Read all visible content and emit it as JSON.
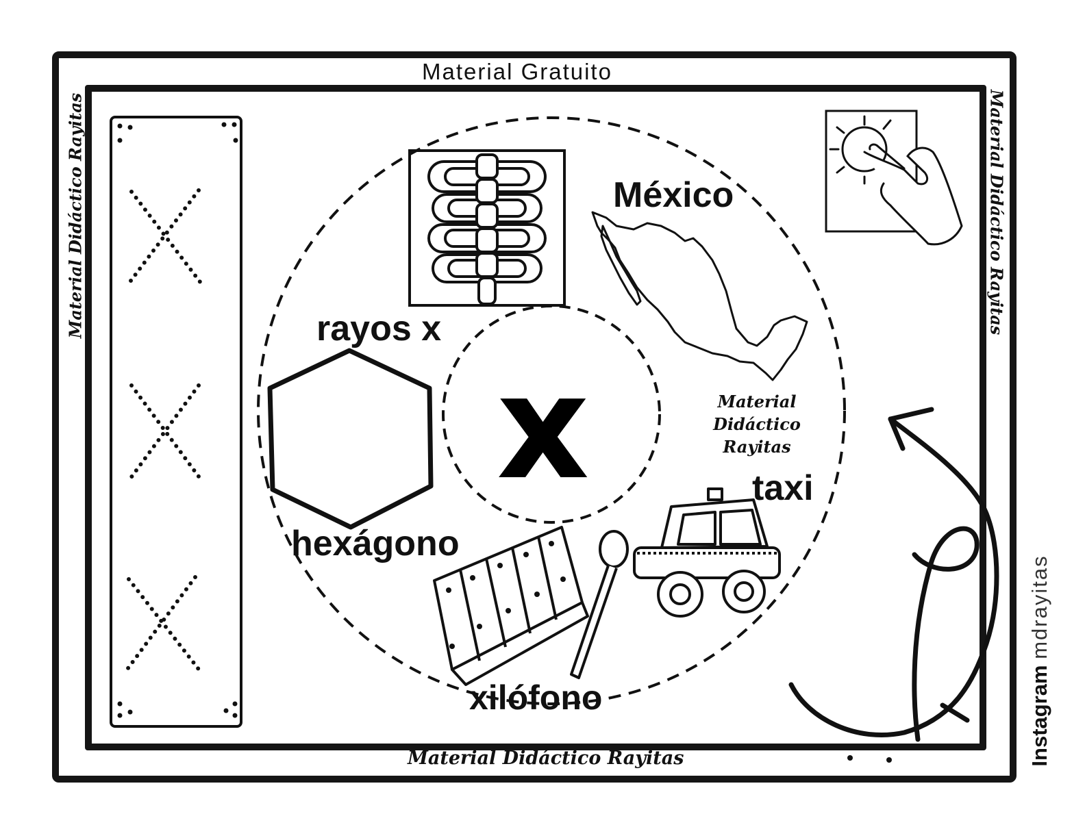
{
  "header": {
    "title": "Material Gratuito"
  },
  "watermarks": {
    "left": "Material Didáctico Rayitas",
    "right": "Material Didáctico Rayitas",
    "bottom": "Material Didáctico Rayitas",
    "center_line1": "Material",
    "center_line2": "Didáctico",
    "center_line3": "Rayitas"
  },
  "social": {
    "platform": "Instagram",
    "handle": "mdrayitas"
  },
  "center_letter": "x",
  "words": {
    "rayos_x": "rayos x",
    "mexico": "México",
    "hexagono": "hexágono",
    "taxi": "taxi",
    "xilofono": "xilófono"
  },
  "icons": {
    "tracing_strip": "dotted-x-tracing-icon",
    "xray": "ribcage-xray-icon",
    "map": "mexico-map-icon",
    "hexagon": "hexagon-icon",
    "taxi": "taxi-car-icon",
    "xylophone": "xylophone-icon",
    "press_sun": "finger-press-sun-icon",
    "trace_arrow": "letter-x-stroke-arrow-icon"
  }
}
